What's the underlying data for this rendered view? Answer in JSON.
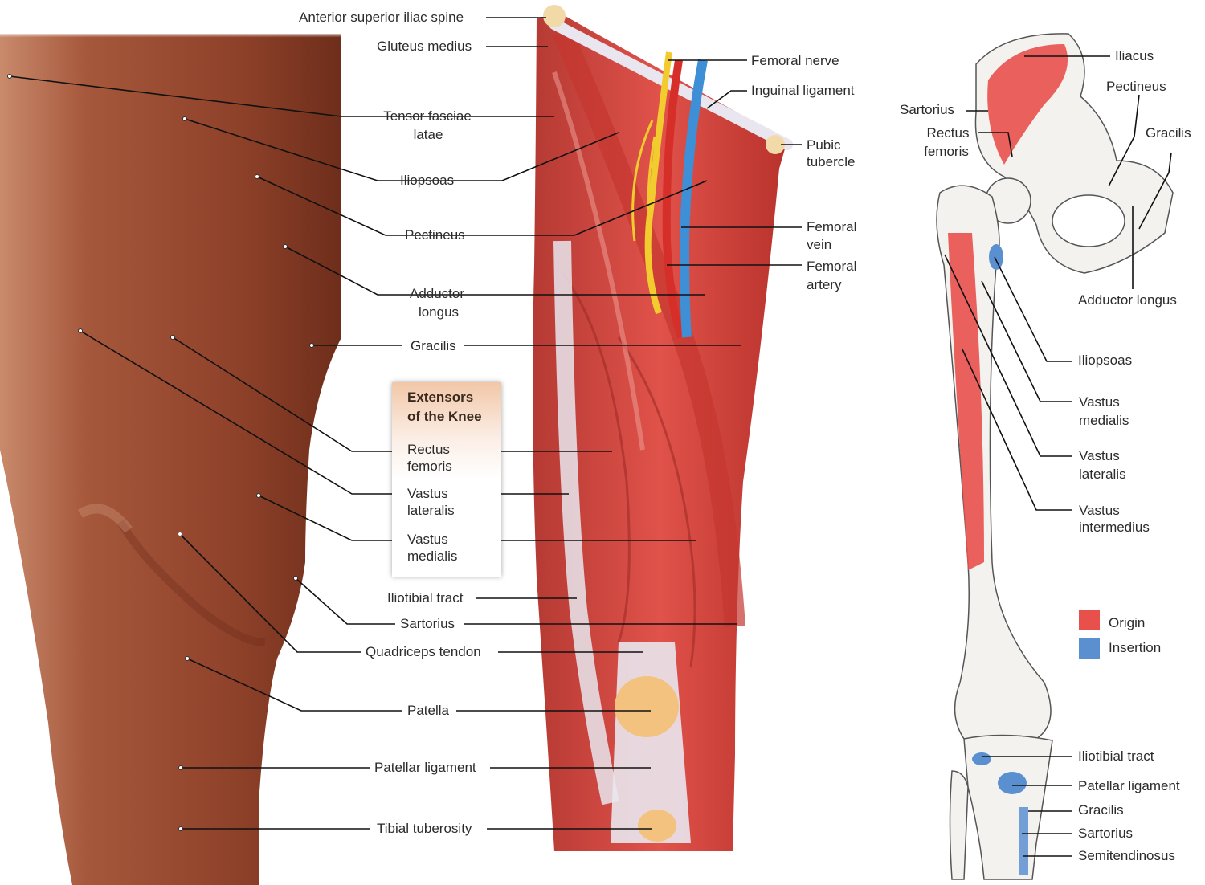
{
  "colors": {
    "skin": "#a5573c",
    "muscle": "#d9473f",
    "muscle_dark": "#b8302c",
    "tendon": "#e8e8ee",
    "nerve": "#f2cc2e",
    "vein": "#3f8fd6",
    "artery": "#d62f2a",
    "patella": "#f2c27e",
    "bone": "#f4f2ef",
    "origin": "#e8504b",
    "insertion": "#5b90d0"
  },
  "panel_left": {
    "labels": {
      "asis": "Anterior superior iliac spine",
      "gluteus_medius": "Gluteus medius",
      "tensor_1": "Tensor fasciae",
      "tensor_2": "latae",
      "iliopsoas": "Iliopsoas",
      "pectineus": "Pectineus",
      "adductor_1": "Adductor",
      "adductor_2": "longus",
      "gracilis": "Gracilis",
      "iliotibial": "Iliotibial tract",
      "sartorius": "Sartorius",
      "quad_tendon": "Quadriceps tendon",
      "patella": "Patella",
      "patellar_ligament": "Patellar ligament",
      "tibial_tuberosity": "Tibial tuberosity"
    },
    "extensors_box": {
      "title_1": "Extensors",
      "title_2": "of the Knee",
      "rectus_1": "Rectus",
      "rectus_2": "femoris",
      "vlat_1": "Vastus",
      "vlat_2": "lateralis",
      "vmed_1": "Vastus",
      "vmed_2": "medialis"
    }
  },
  "panel_middle": {
    "labels": {
      "femoral_nerve": "Femoral nerve",
      "inguinal": "Inguinal ligament",
      "pubic_1": "Pubic",
      "pubic_2": "tubercle",
      "fvein_1": "Femoral",
      "fvein_2": "vein",
      "fartery_1": "Femoral",
      "fartery_2": "artery"
    }
  },
  "panel_right": {
    "labels": {
      "iliacus": "Iliacus",
      "pectineus": "Pectineus",
      "sartorius": "Sartorius",
      "rectus_1": "Rectus",
      "rectus_2": "femoris",
      "gracilis": "Gracilis",
      "adductor_longus": "Adductor longus",
      "iliopsoas": "Iliopsoas",
      "vmed_1": "Vastus",
      "vmed_2": "medialis",
      "vlat_1": "Vastus",
      "vlat_2": "lateralis",
      "vint_1": "Vastus",
      "vint_2": "intermedius",
      "iliotibial": "Iliotibial tract",
      "patellar_ligament": "Patellar ligament",
      "gracilis_ins": "Gracilis",
      "sartorius_ins": "Sartorius",
      "semitendinosus": "Semitendinosus"
    },
    "legend": {
      "origin": "Origin",
      "insertion": "Insertion"
    }
  }
}
